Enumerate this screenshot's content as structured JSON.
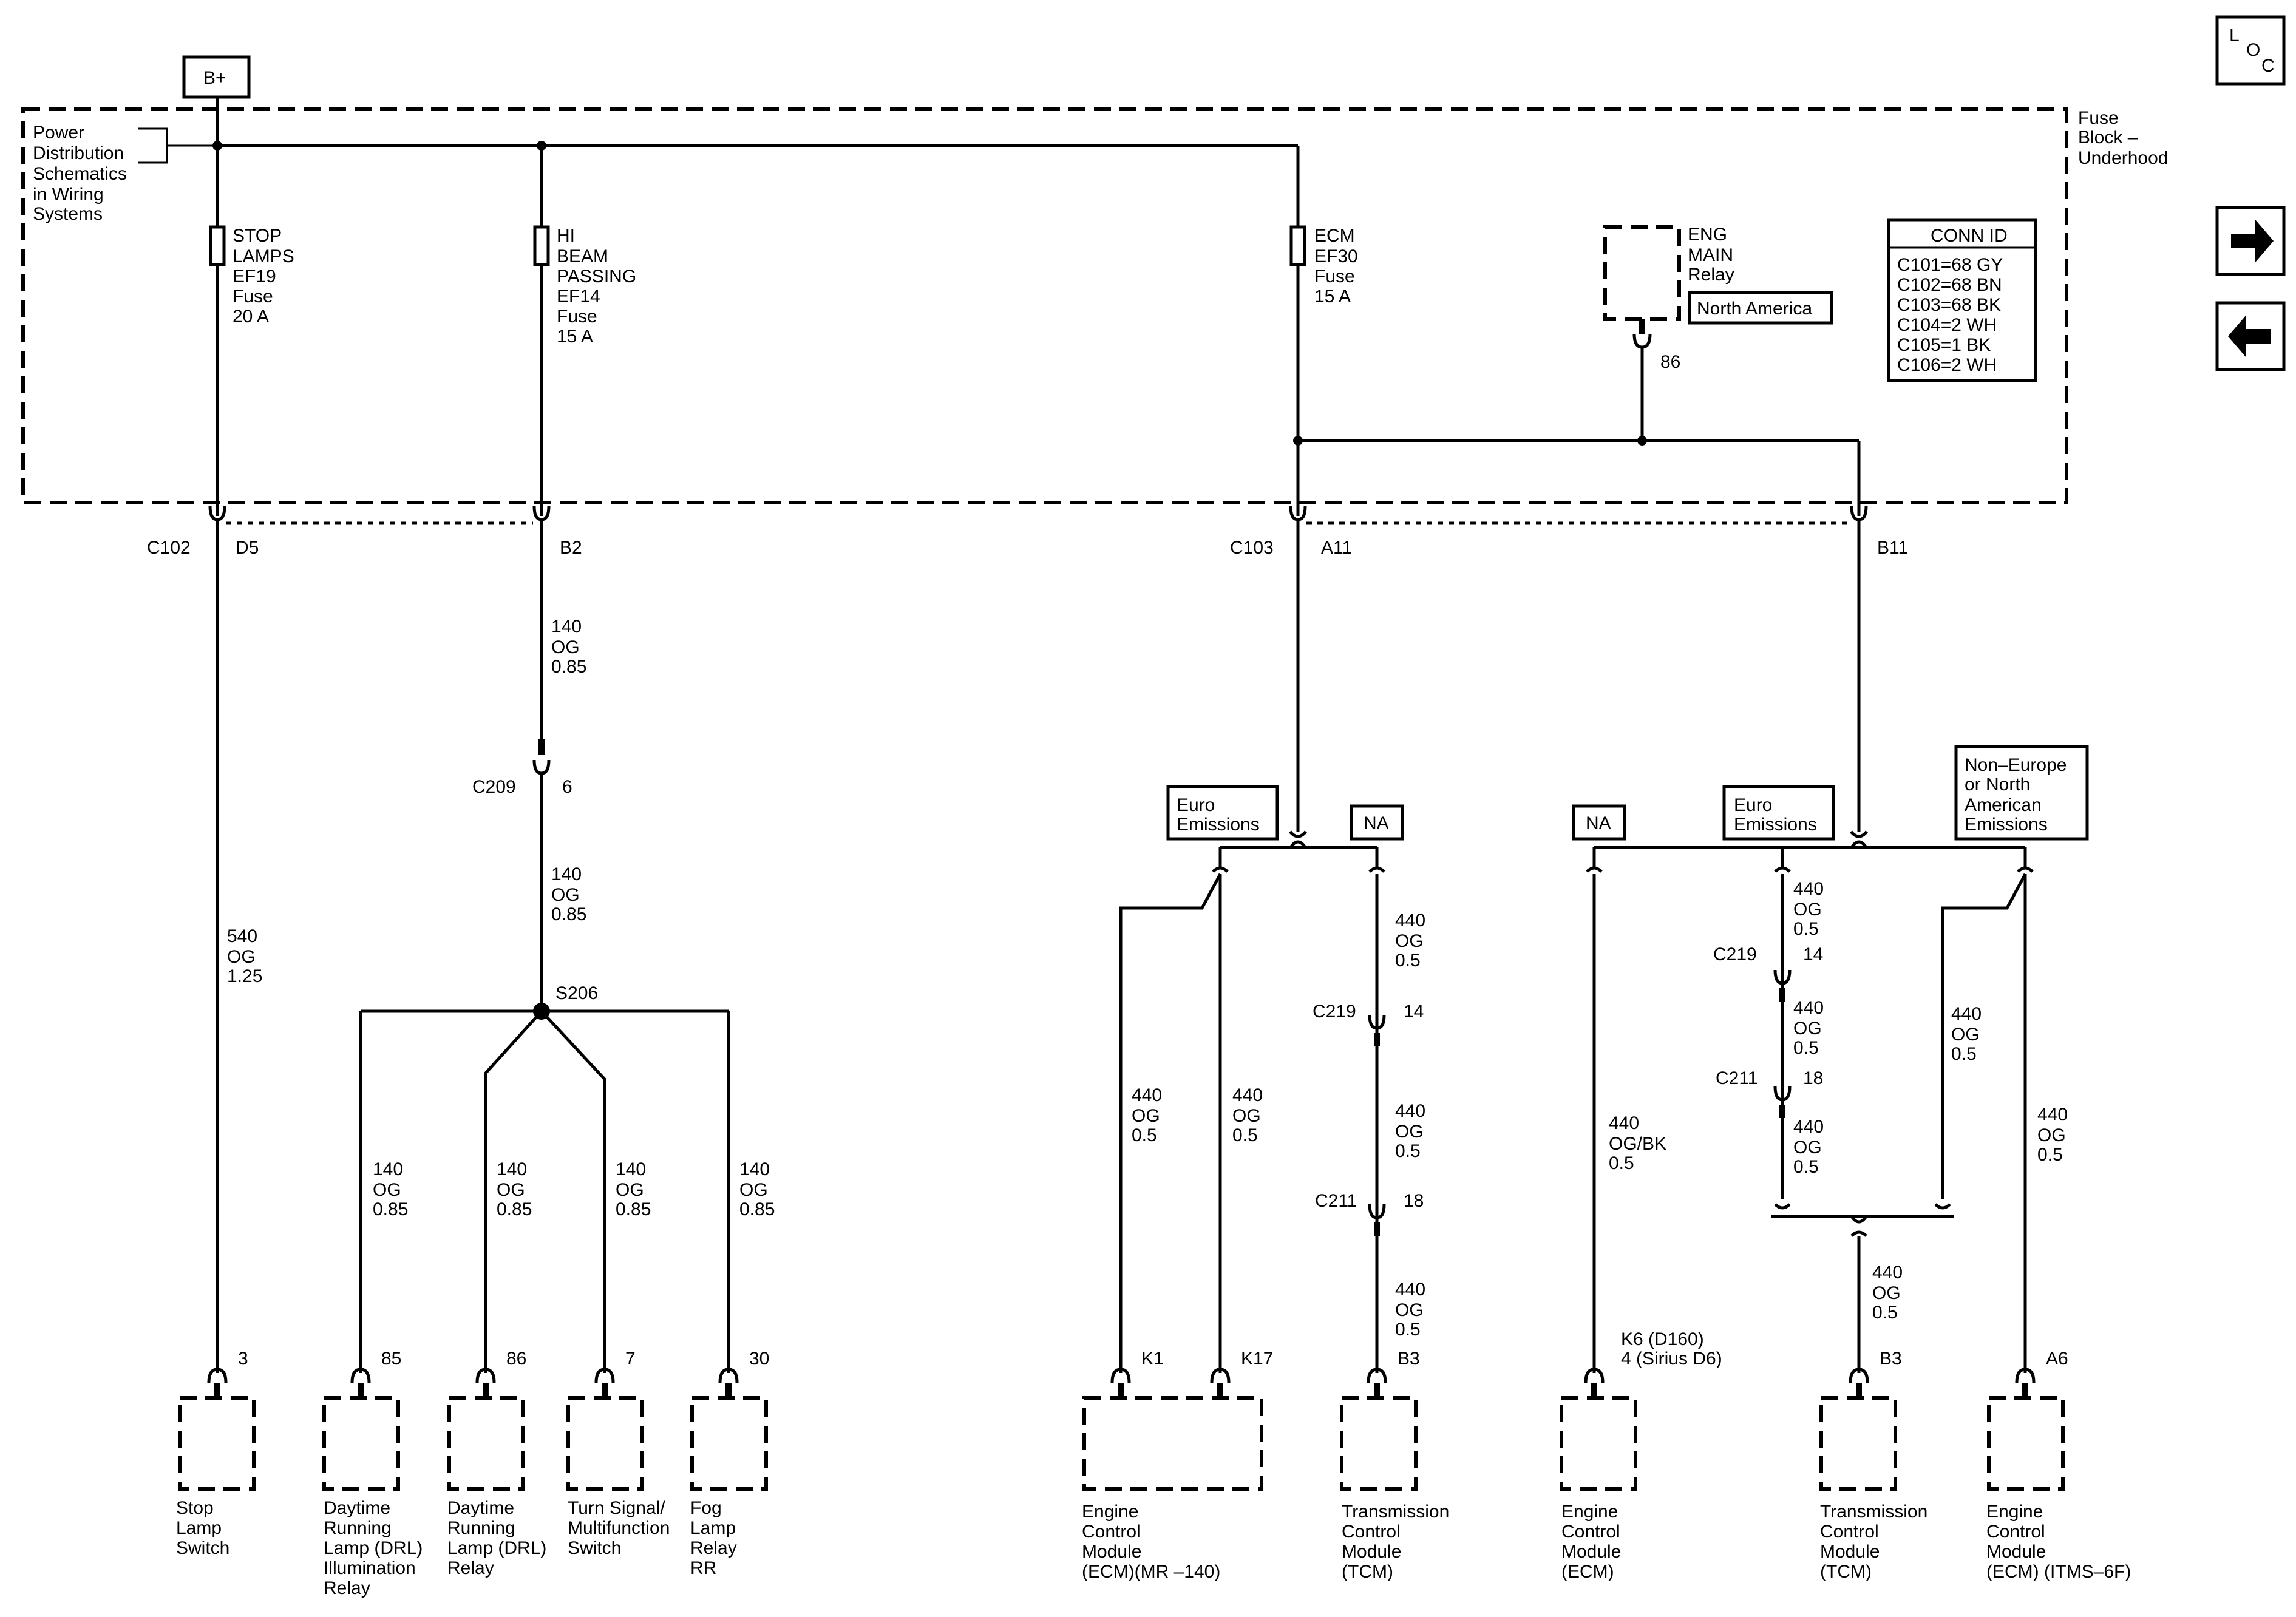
{
  "power_source": "B+",
  "loc_box": [
    "L",
    "O",
    "C"
  ],
  "fuse_block_label": [
    "Fuse",
    "Block –",
    "Underhood"
  ],
  "power_dist_ref": [
    "Power",
    "Distribution",
    "Schematics",
    "in Wiring",
    "Systems"
  ],
  "conn_id": {
    "title": "CONN ID",
    "rows": [
      "C101=68 GY",
      "C102=68 BN",
      "C103=68 BK",
      "C104=2 WH",
      "C105=1 BK",
      "C106=2 WH"
    ]
  },
  "nav_icons": [
    "arrow-right-icon",
    "arrow-left-icon"
  ],
  "fuses": {
    "stop": [
      "STOP",
      "LAMPS",
      "EF19",
      "Fuse",
      "20 A"
    ],
    "hibeam": [
      "HI",
      "BEAM",
      "PASSING",
      "EF14",
      "Fuse",
      "15 A"
    ],
    "ecm": [
      "ECM",
      "EF30",
      "Fuse",
      "15 A"
    ]
  },
  "relay": {
    "label": [
      "ENG",
      "MAIN",
      "Relay"
    ],
    "option": "North America",
    "pin": "86"
  },
  "connectors": {
    "c102": "C102",
    "d5": "D5",
    "b2": "B2",
    "c103": "C103",
    "a11": "A11",
    "b11": "B11",
    "c209": "C209",
    "c209_pin": "6",
    "splice": "S206",
    "c219": "C219",
    "c219_pin": "14",
    "c211": "C211",
    "c211_pin": "18"
  },
  "options": {
    "euro1": [
      "Euro",
      "Emissions"
    ],
    "na1": "NA",
    "na2": "NA",
    "euro2": [
      "Euro",
      "Emissions"
    ],
    "noneuro": [
      "Non–Europe",
      "or North",
      "American",
      "Emissions"
    ]
  },
  "wires": {
    "w140_top": [
      "140",
      "OG",
      "0.85"
    ],
    "w140_mid": [
      "140",
      "OG",
      "0.85"
    ],
    "w540": [
      "540",
      "OG",
      "1.25"
    ],
    "w140_b1": [
      "140",
      "OG",
      "0.85"
    ],
    "w140_b2": [
      "140",
      "OG",
      "0.85"
    ],
    "w140_b3": [
      "140",
      "OG",
      "0.85"
    ],
    "w140_b4": [
      "140",
      "OG",
      "0.85"
    ],
    "w440_k1": [
      "440",
      "OG",
      "0.5"
    ],
    "w440_k17": [
      "440",
      "OG",
      "0.5"
    ],
    "w440_na_top": [
      "440",
      "OG",
      "0.5"
    ],
    "w440_na_mid": [
      "440",
      "OG",
      "0.5"
    ],
    "w440_na_bot": [
      "440",
      "OG",
      "0.5"
    ],
    "w440_ogbk": [
      "440",
      "OG/BK",
      "0.5"
    ],
    "w440_e_top": [
      "440",
      "OG",
      "0.5"
    ],
    "w440_e_mid": [
      "440",
      "OG",
      "0.5"
    ],
    "w440_e_bot": [
      "440",
      "OG",
      "0.5"
    ],
    "w440_ne": [
      "440",
      "OG",
      "0.5"
    ],
    "w440_tcm2": [
      "440",
      "OG",
      "0.5"
    ],
    "w440_a6": [
      "440",
      "OG",
      "0.5"
    ]
  },
  "pins": {
    "p3": "3",
    "p85": "85",
    "p86": "86",
    "p7": "7",
    "p30": "30",
    "k1": "K1",
    "k17": "K17",
    "b3a": "B3",
    "k6": [
      "K6 (D160)",
      "4 (Sirius D6)"
    ],
    "b3b": "B3",
    "a6": "A6"
  },
  "components": {
    "stop_switch": [
      "Stop",
      "Lamp",
      "Switch"
    ],
    "drl_illum": [
      "Daytime",
      "Running",
      "Lamp (DRL)",
      "Illumination",
      "Relay"
    ],
    "drl_relay": [
      "Daytime",
      "Running",
      "Lamp (DRL)",
      "Relay"
    ],
    "turn_signal": [
      "Turn Signal/",
      "Multifunction",
      "Switch"
    ],
    "fog_relay": [
      "Fog",
      "Lamp",
      "Relay",
      "RR"
    ],
    "ecm_mr140": [
      "Engine",
      "Control",
      "Module",
      "(ECM)(MR –140)"
    ],
    "tcm1": [
      "Transmission",
      "Control",
      "Module",
      "(TCM)"
    ],
    "ecm2": [
      "Engine",
      "Control",
      "Module",
      "(ECM)"
    ],
    "tcm2": [
      "Transmission",
      "Control",
      "Module",
      "(TCM)"
    ],
    "ecm_itms": [
      "Engine",
      "Control",
      "Module",
      "(ECM) (ITMS–6F)"
    ]
  }
}
